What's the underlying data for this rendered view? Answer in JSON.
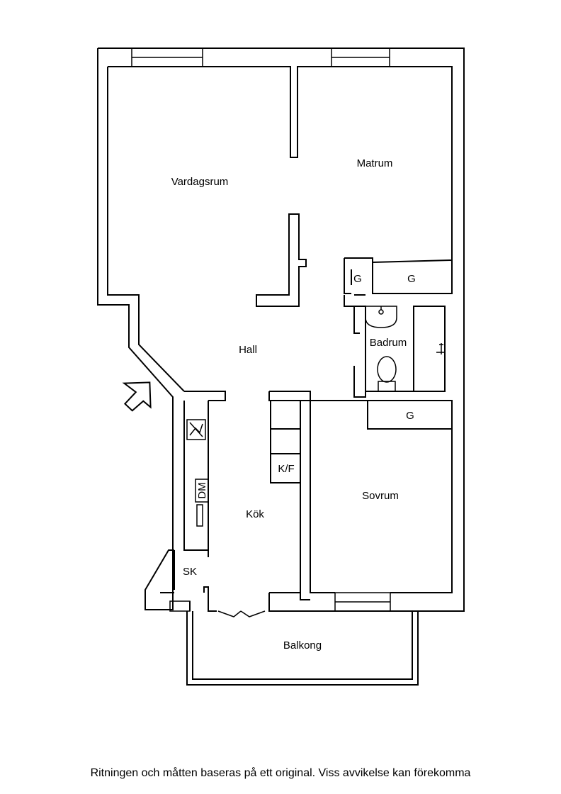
{
  "rooms": {
    "vardagsrum": "Vardagsrum",
    "matrum": "Matrum",
    "hall": "Hall",
    "badrum": "Badrum",
    "garderob_1": "G",
    "garderob_2": "G",
    "garderob_3": "G",
    "kyl_frys": "K/F",
    "diskmaskin": "DM",
    "kok": "Kök",
    "sovrum": "Sovrum",
    "skafferi": "SK",
    "balkong": "Balkong"
  },
  "icons": {
    "entrance": "arrow-icon",
    "stove": "stove-icon",
    "sink": "sink-icon",
    "toilet": "toilet-icon",
    "shower": "shower-icon"
  },
  "disclaimer": "Ritningen och måtten baseras på ett original. Viss avvikelse kan förekomma"
}
